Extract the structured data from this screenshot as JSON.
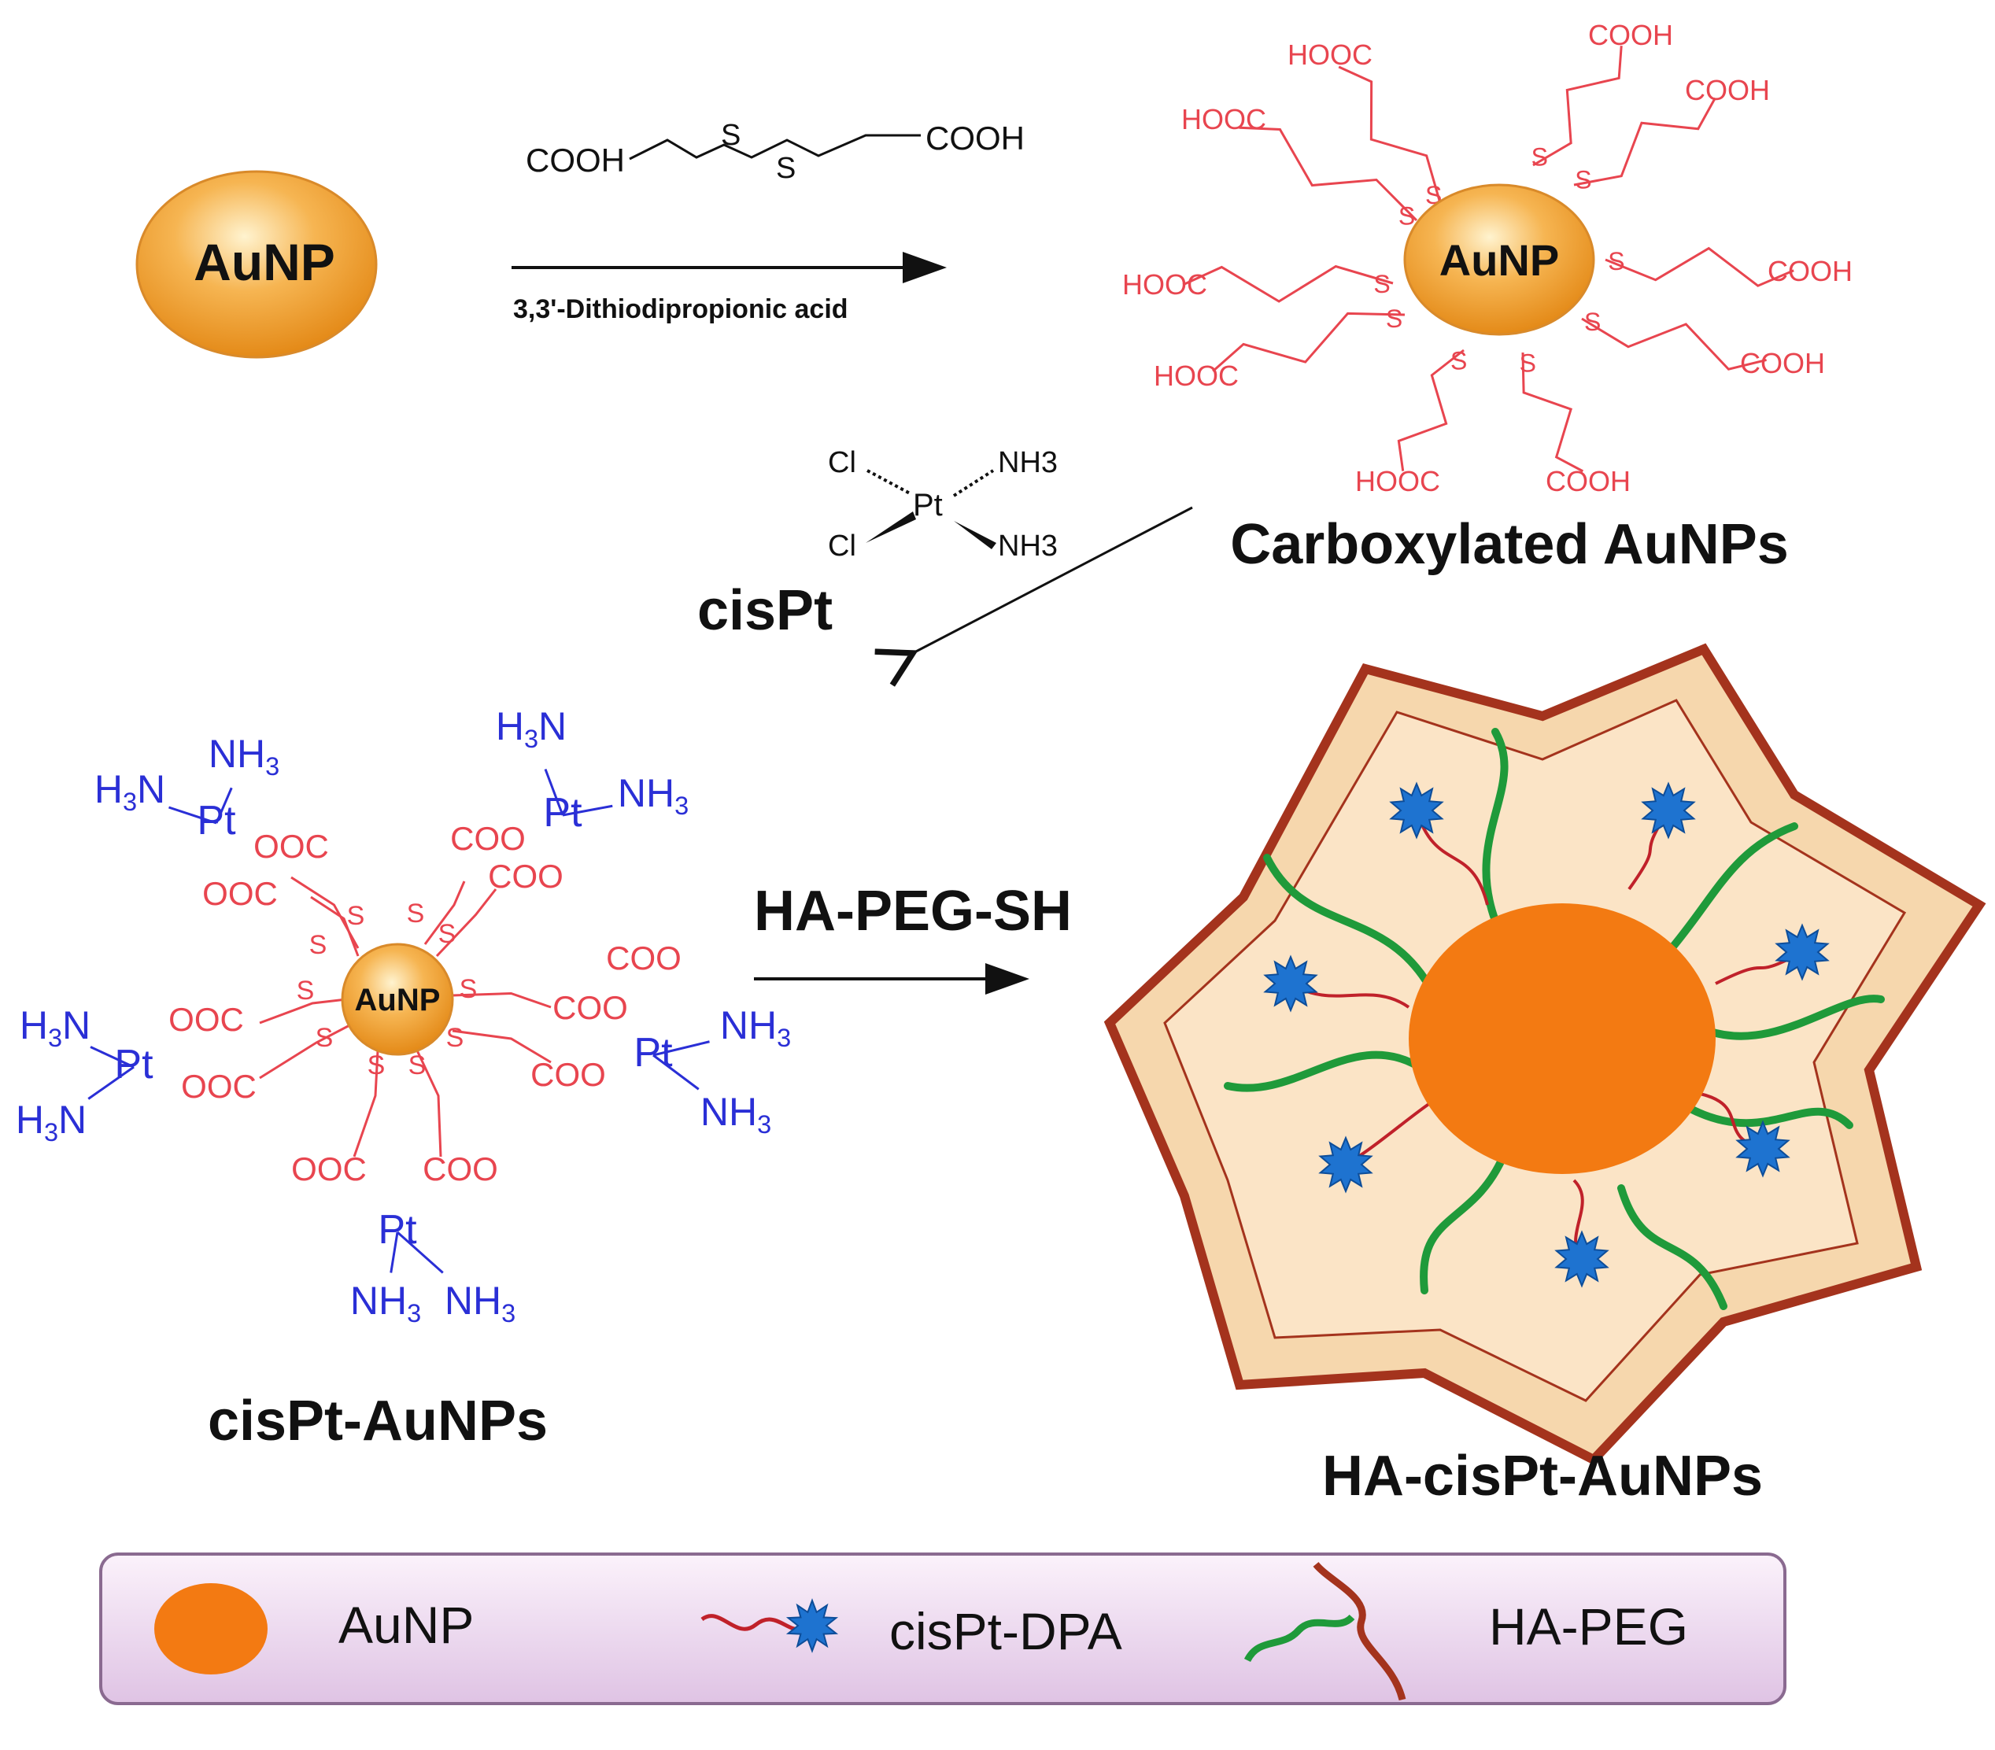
{
  "colors": {
    "gold_core": "#f2a43a",
    "gold_highlight": "#fff1c4",
    "orange_core": "#f37a12",
    "shell_fill": "#f6d7ad",
    "shell_stroke": "#a4331d",
    "carboxyl_red": "#e8454f",
    "pt_blue": "#2a2fd6",
    "peg_green": "#1f9a3a",
    "linker_red": "#c0212a",
    "drug_blue": "#1e73d0",
    "legend_bg_top": "#f8ecf8",
    "legend_bg_bottom": "#e2c8e6"
  },
  "step1": {
    "particle_label": "AuNP",
    "reagent_left": "COOH",
    "reagent_right": "COOH",
    "sulfur_1": "S",
    "sulfur_2": "S",
    "reagent_name": "3,3'-Dithiodipropionic acid"
  },
  "carboxylated": {
    "core_label": "AuNP",
    "title": "Carboxylated AuNPs",
    "end_groups": [
      "HOOC",
      "COOH",
      "COOH",
      "HOOC",
      "COOH",
      "HOOC",
      "HOOC",
      "COOH",
      "HOOC",
      "COOH"
    ],
    "sulfur": "S"
  },
  "cisplatin": {
    "cl_top": "Cl",
    "cl_bottom": "Cl",
    "pt": "Pt",
    "nh3_top": "NH3",
    "nh3_bottom": "NH3",
    "name": "cisPt"
  },
  "cispt_aunps": {
    "core_label": "AuNP",
    "title": "cisPt-AuNPs",
    "pt": "Pt",
    "ammine": "NH3",
    "ammine_rev": "H3N",
    "carboxylate_l": "OOC",
    "carboxylate_r": "COO",
    "sulfur": "S"
  },
  "step3": {
    "reagent": "HA-PEG-SH"
  },
  "final": {
    "title": "HA-cisPt-AuNPs"
  },
  "legend": {
    "items": [
      {
        "label": "AuNP",
        "icon": "orange-circle-icon"
      },
      {
        "label": "cisPt-DPA",
        "icon": "linker-star-icon"
      },
      {
        "label": "HA-PEG",
        "icon": "peg-chain-icon"
      }
    ]
  }
}
